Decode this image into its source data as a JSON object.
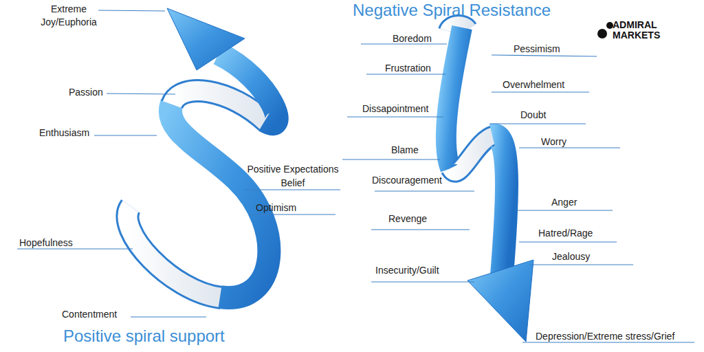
{
  "diagram": {
    "labels": [
      "Extreme Joy/Euphoria",
      "Passion",
      "Enthusiasm",
      "Positive Expectations Belief",
      "Optimism",
      "Hopefulness",
      "Contentment",
      "Positive spiral support",
      "Negative Spiral Resistance",
      "ADMIRAL MARKETS",
      "Boredom",
      "Pessimism",
      "Frustration",
      "Overwhelment",
      "Dissapointment",
      "Doubt",
      "Blame",
      "Worry",
      "Discouragement",
      "Anger",
      "Revenge",
      "Hatred/Rage",
      "Jealousy",
      "Insecurity/Guilt",
      "Depression/Extreme stress/Grief"
    ]
  }
}
